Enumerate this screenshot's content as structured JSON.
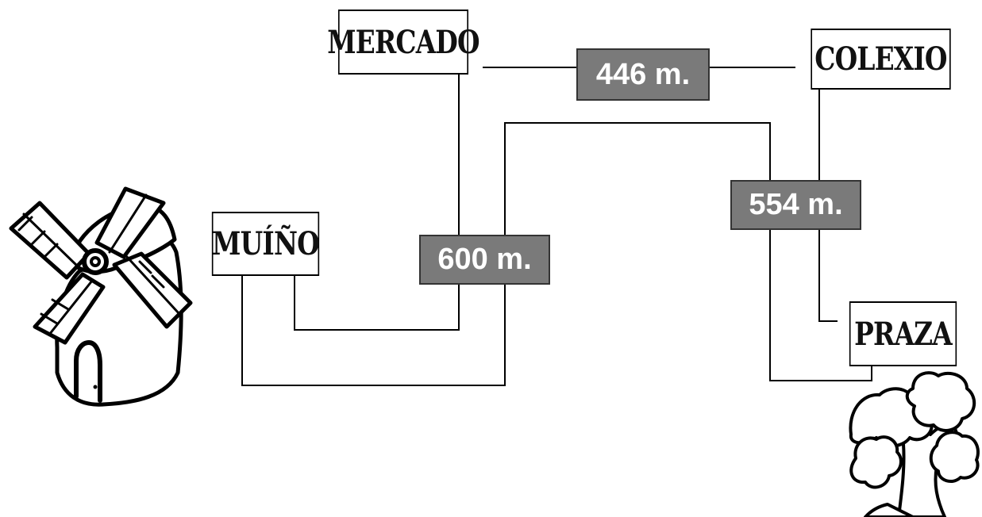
{
  "colors": {
    "line": "#000000",
    "distance_box": "#7a7a7a",
    "distance_text": "#ffffff"
  },
  "places": {
    "mercado": "MERCADO",
    "colexio": "COLEXIO",
    "muino": "MUÍÑO",
    "praza": "PRAZA"
  },
  "distances": {
    "mercado_colexio": "446 m.",
    "muino_routes": "600 m.",
    "colexio_praza": "554 m."
  },
  "icons": {
    "windmill": "windmill-icon",
    "tree": "tree-icon"
  }
}
